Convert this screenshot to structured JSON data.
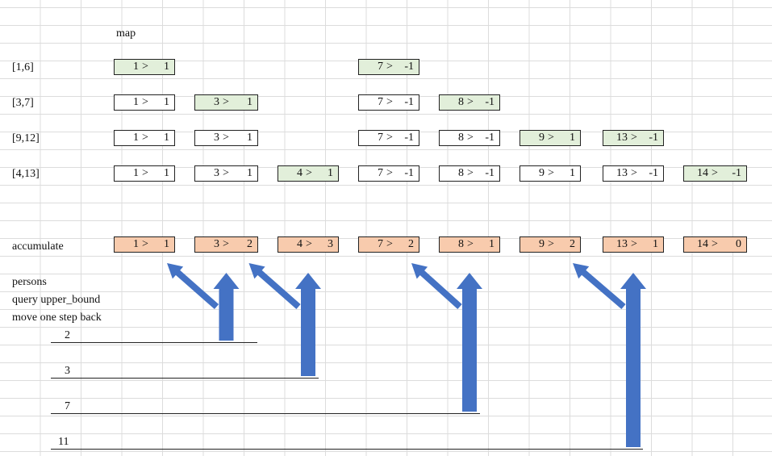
{
  "map_title": "map",
  "rows": [
    {
      "label": "[1,6]",
      "cells": [
        {
          "col": 0,
          "key": "1",
          "val": "1",
          "hl": true
        },
        {
          "col": 3,
          "key": "7",
          "val": "-1",
          "hl": true
        }
      ]
    },
    {
      "label": "[3,7]",
      "cells": [
        {
          "col": 0,
          "key": "1",
          "val": "1",
          "hl": false
        },
        {
          "col": 1,
          "key": "3",
          "val": "1",
          "hl": true
        },
        {
          "col": 3,
          "key": "7",
          "val": "-1",
          "hl": false
        },
        {
          "col": 4,
          "key": "8",
          "val": "-1",
          "hl": true
        }
      ]
    },
    {
      "label": "[9,12]",
      "cells": [
        {
          "col": 0,
          "key": "1",
          "val": "1",
          "hl": false
        },
        {
          "col": 1,
          "key": "3",
          "val": "1",
          "hl": false
        },
        {
          "col": 3,
          "key": "7",
          "val": "-1",
          "hl": false
        },
        {
          "col": 4,
          "key": "8",
          "val": "-1",
          "hl": false
        },
        {
          "col": 5,
          "key": "9",
          "val": "1",
          "hl": true
        },
        {
          "col": 6,
          "key": "13",
          "val": "-1",
          "hl": true
        }
      ]
    },
    {
      "label": "[4,13]",
      "cells": [
        {
          "col": 0,
          "key": "1",
          "val": "1",
          "hl": false
        },
        {
          "col": 1,
          "key": "3",
          "val": "1",
          "hl": false
        },
        {
          "col": 2,
          "key": "4",
          "val": "1",
          "hl": true
        },
        {
          "col": 3,
          "key": "7",
          "val": "-1",
          "hl": false
        },
        {
          "col": 4,
          "key": "8",
          "val": "-1",
          "hl": false
        },
        {
          "col": 5,
          "key": "9",
          "val": "1",
          "hl": false
        },
        {
          "col": 6,
          "key": "13",
          "val": "-1",
          "hl": false
        },
        {
          "col": 7,
          "key": "14",
          "val": "-1",
          "hl": true
        }
      ]
    }
  ],
  "accumulate": {
    "label": "accumulate",
    "cells": [
      {
        "key": "1",
        "val": "1"
      },
      {
        "key": "3",
        "val": "2"
      },
      {
        "key": "4",
        "val": "3"
      },
      {
        "key": "7",
        "val": "2"
      },
      {
        "key": "8",
        "val": "1"
      },
      {
        "key": "9",
        "val": "2"
      },
      {
        "key": "13",
        "val": "1"
      },
      {
        "key": "14",
        "val": "0"
      }
    ]
  },
  "arrow_symbol": ">",
  "notes": [
    "persons",
    "query upper_bound",
    "move one step back"
  ],
  "persons": [
    {
      "value": "2",
      "target_col": 1
    },
    {
      "value": "3",
      "target_col": 2
    },
    {
      "value": "7",
      "target_col": 4
    },
    {
      "value": "11",
      "target_col": 6
    }
  ],
  "colors": {
    "highlight": "#e2efda",
    "accumulate": "#f8cbad",
    "arrow": "#4472c4"
  }
}
